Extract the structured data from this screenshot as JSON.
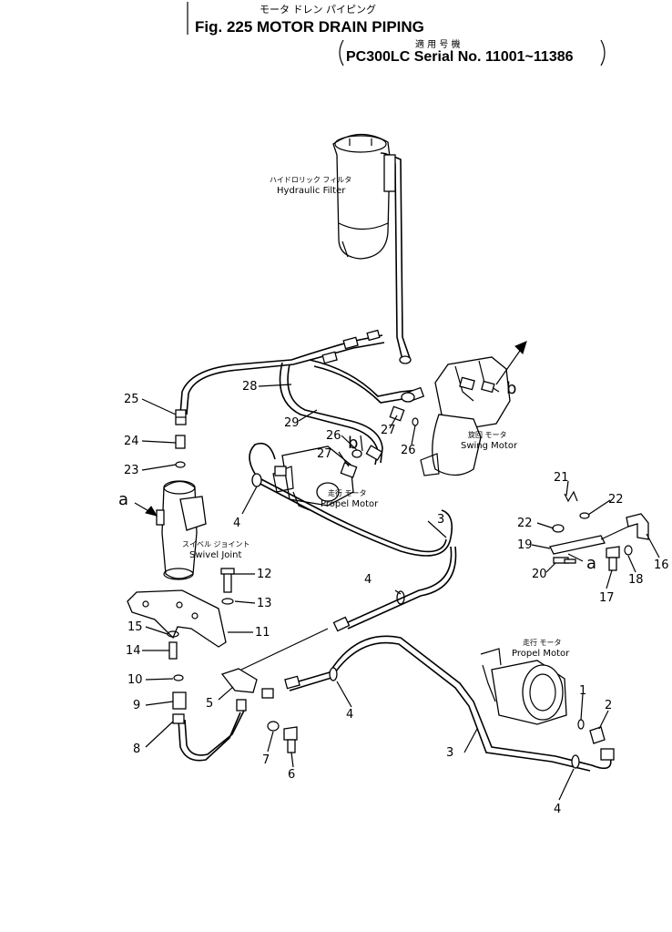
{
  "header": {
    "japanese_title": "モータ ドレン パイピング",
    "title": "Fig. 225 MOTOR DRAIN PIPING",
    "applicable_jp": "適 用 号 機",
    "applicable": "PC300LC Serial No. 11001~11386"
  },
  "labels": {
    "hydraulic_filter_jp": "ハイドロリック フィルタ",
    "hydraulic_filter": "Hydraulic Filter",
    "swing_motor_jp": "旋回 モータ",
    "swing_motor": "Swing Motor",
    "propel_motor_upper_jp": "走行 モータ",
    "propel_motor_upper": "Propel Motor",
    "propel_motor_lower_jp": "走行 モータ",
    "propel_motor_lower": "Propel Motor",
    "swivel_joint_jp": "スイベル ジョイント",
    "swivel_joint": "Swivel Joint"
  },
  "refs": {
    "a_left": "a",
    "a_right": "a",
    "b_upper": "b",
    "b_lower": "b"
  },
  "callouts": {
    "c25": "25",
    "c28": "28",
    "c24": "24",
    "c23": "23",
    "c29": "29",
    "c26a": "26",
    "c27a": "27",
    "c26b": "26",
    "c27b": "27",
    "c4a": "4",
    "c3a": "3",
    "c21": "21",
    "c22a": "22",
    "c22b": "22",
    "c19": "19",
    "c16": "16",
    "c20": "20",
    "c18": "18",
    "c17": "17",
    "c12": "12",
    "c13": "13",
    "c11": "11",
    "c15": "15",
    "c14": "14",
    "c10": "10",
    "c9": "9",
    "c4b": "4",
    "c5": "5",
    "c4c": "4",
    "c7": "7",
    "c6": "6",
    "c8": "8",
    "c3b": "3",
    "c1": "1",
    "c2": "2",
    "c4d": "4"
  }
}
